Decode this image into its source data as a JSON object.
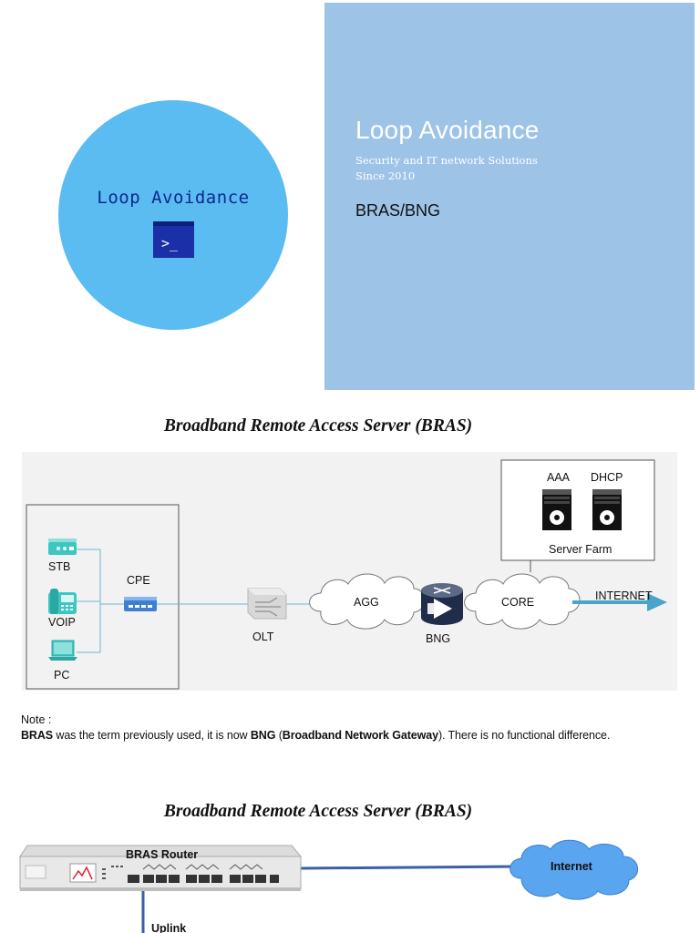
{
  "cover": {
    "logo_text": "Loop Avoidance",
    "title": "Loop  Avoidance",
    "subtitle_line1": "Security and IT network Solutions",
    "subtitle_line2": "Since 2010",
    "topic": "BRAS/BNG",
    "terminal_glyph": ">_",
    "colors": {
      "circle": "#5bbcf2",
      "panel": "#9dc3e6",
      "logo_text": "#0d2a8c"
    }
  },
  "section1": {
    "title": "Broadband Remote Access Server (BRAS)",
    "diagram": {
      "devices": {
        "stb": "STB",
        "voip": "VOIP",
        "pc": "PC",
        "cpe": "CPE",
        "olt": "OLT",
        "agg": "AGG",
        "bng": "BNG",
        "core": "CORE",
        "internet": "INTERNET",
        "aaa": "AAA",
        "dhcp": "DHCP",
        "server_farm": "Server Farm"
      },
      "icons": [
        "set-top-box-icon",
        "ip-phone-icon",
        "laptop-icon",
        "cpe-switch-icon",
        "olt-icon",
        "cloud-icon",
        "bng-router-icon",
        "server-icon",
        "arrow-right-icon"
      ]
    }
  },
  "note": {
    "heading": "Note :",
    "term_old": "BRAS",
    "text_1": " was the term previously used, it is now ",
    "term_new": "BNG",
    "text_2": " (",
    "term_full": "Broadband Network Gateway",
    "text_3": "). There is no functional difference."
  },
  "section2": {
    "title": "Broadband Remote Access Server (BRAS)",
    "router_label": "BRAS Router",
    "internet_label": "Internet",
    "uplink_label": "Uplink"
  }
}
